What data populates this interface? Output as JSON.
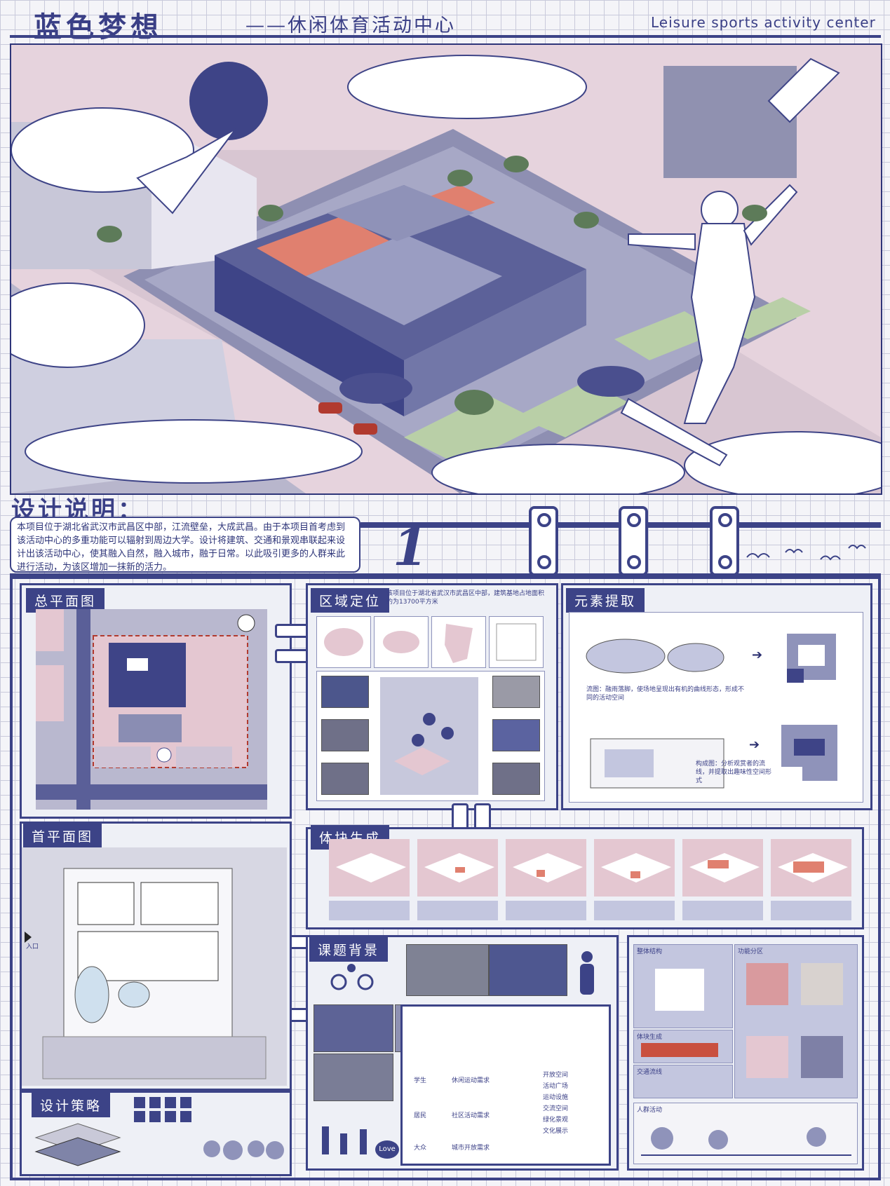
{
  "header": {
    "title_cn": "蓝色梦想",
    "subtitle_cn": "——休闲体育活动中心",
    "title_en": "Leisure sports activity center"
  },
  "description": {
    "heading": "设计说明：",
    "text": "本项目位于湖北省武汉市武昌区中部，江流壁垒，大成武昌。由于本项目首考虑到该活动中心的多重功能可以辐射到周边大学。设计将建筑、交通和景观串联起来设计出该活动中心，使其融入自然，融入城市，融于日常。以此吸引更多的人群来此进行活动，为该区增加一抹新的活力。",
    "number": "1"
  },
  "sections": {
    "site_plan": "总平面图",
    "first_floor": "首平面图",
    "location": "区域定位",
    "elements": "元素提取",
    "massing": "体块生成",
    "background": "课题背景",
    "strategy": "设计策略"
  },
  "location_note": "该项目位于湖北省武汉市武昌区中部，建筑基地占地面积约为13700平方米",
  "elements_notes": [
    "流图：融雨落脚，使场地呈现出有机的曲线形态，形成不同的活动空间",
    "构成图：分析观赏者的流线，并提取出趣味性空间形式"
  ],
  "background_flow": {
    "left_labels": [
      "学生",
      "居民",
      "大众"
    ],
    "middle_labels": [
      "休闲运动需求",
      "社区活动需求",
      "城市开放需求"
    ],
    "right_labels": [
      "开放空间",
      "活动广场",
      "运动设施",
      "交流空间",
      "绿化景观",
      "文化展示"
    ],
    "love_label": "Love"
  },
  "analysis_labels": [
    "整体结构",
    "功能分区",
    "体块生成",
    "交通流线",
    "人群活动"
  ],
  "floor_marker": "入口"
}
